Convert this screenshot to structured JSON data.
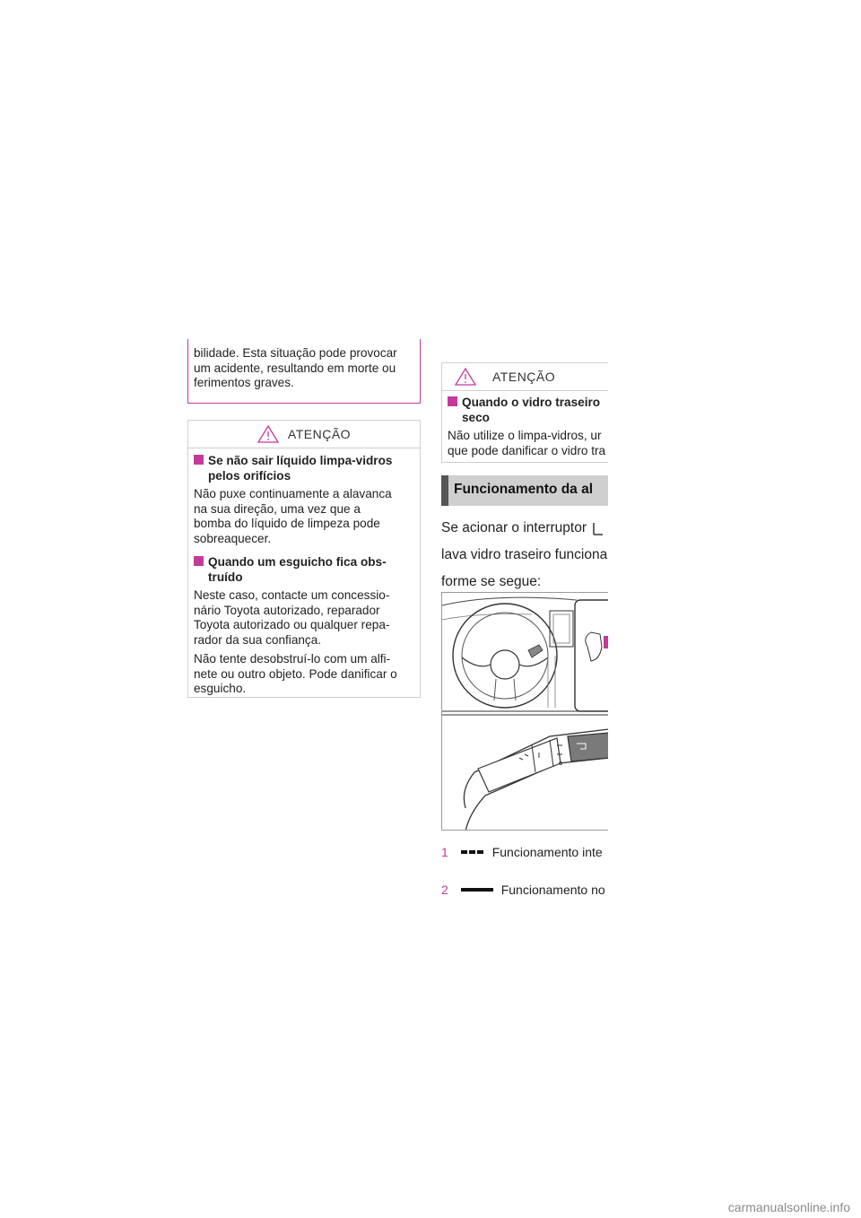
{
  "left_top_box": {
    "lines": [
      "bilidade. Esta situação pode provocar",
      "um acidente, resultando em morte ou",
      "ferimentos graves."
    ]
  },
  "left_warning": {
    "header": "ATENÇÃO",
    "item1_title_lines": [
      "Se não sair líquido limpa-vidros",
      "pelos orifícios"
    ],
    "item1_body_lines": [
      "Não puxe continuamente a alavanca",
      "na sua direção, uma vez que a",
      "bomba do líquido de limpeza pode",
      "sobreaquecer."
    ],
    "item2_title_lines": [
      "Quando um esguicho fica obs-",
      "truído"
    ],
    "item2_body_lines": [
      "Neste caso, contacte um concessio-",
      "nário Toyota autorizado, reparador",
      "Toyota autorizado ou qualquer repa-",
      "rador da sua confiança."
    ],
    "item2_body2_lines": [
      "Não tente desobstruí-lo com um alfi-",
      "nete ou outro objeto. Pode danificar o",
      "esguicho."
    ]
  },
  "right_warning": {
    "header": "ATENÇÃO",
    "title_lines": [
      "Quando o vidro traseiro",
      "seco"
    ],
    "body_lines": [
      "Não utilize o limpa-vidros, ur",
      "que pode danificar o vidro tra"
    ]
  },
  "section": {
    "title": "Funcionamento da al"
  },
  "paragraph": {
    "lines": [
      "Se acionar o interruptor",
      "lava vidro traseiro funciona",
      "forme se segue:"
    ]
  },
  "list": [
    {
      "num": "1",
      "text": "Funcionamento inte"
    },
    {
      "num": "2",
      "text": "Funcionamento no"
    }
  ],
  "footer": {
    "watermark": "carmanualsonline.info"
  },
  "colors": {
    "accent_magenta": "#c43a9a",
    "box_border": "#cfcfcf",
    "section_bg": "#cfcfcf"
  }
}
